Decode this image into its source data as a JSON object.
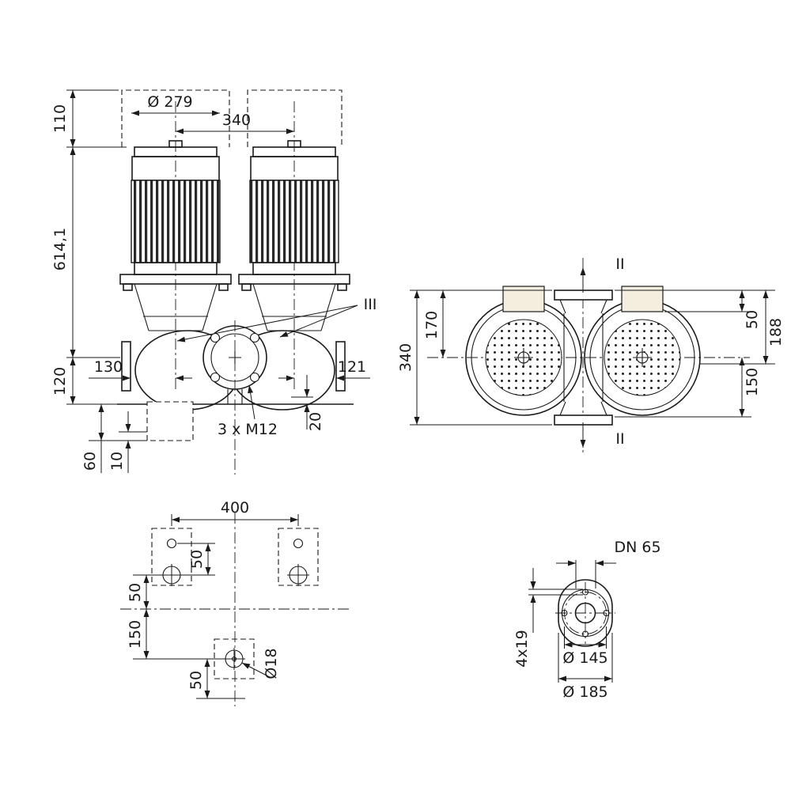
{
  "front": {
    "motor_diameter": "Ø 279",
    "axis_spacing": "340",
    "clearance_top": "110",
    "overall_height": "614,1",
    "base_height": "120",
    "offset_left": "130",
    "offset_right": "121",
    "seal_label": "III",
    "bolt_spec": "3 x M12",
    "dim_20": "20",
    "dim_60": "60",
    "dim_10": "10"
  },
  "top": {
    "section_top": "II",
    "section_bottom": "II",
    "dim_170": "170",
    "dim_340": "340",
    "dim_50": "50",
    "dim_188": "188",
    "dim_150": "150"
  },
  "plan": {
    "dim_400": "400",
    "dim_50_holes": "50",
    "dim_50_left": "50",
    "dim_150": "150",
    "dim_50_bottom": "50",
    "hole_diameter": "Ø18"
  },
  "flange": {
    "nominal": "DN 65",
    "bolt_holes": "4x19",
    "bolt_circle": "Ø 145",
    "outer_diameter": "Ø 185"
  },
  "colors": {
    "line": "#1a1a1a",
    "terminal_box_fill": "#f3eedd",
    "background": "#ffffff"
  }
}
